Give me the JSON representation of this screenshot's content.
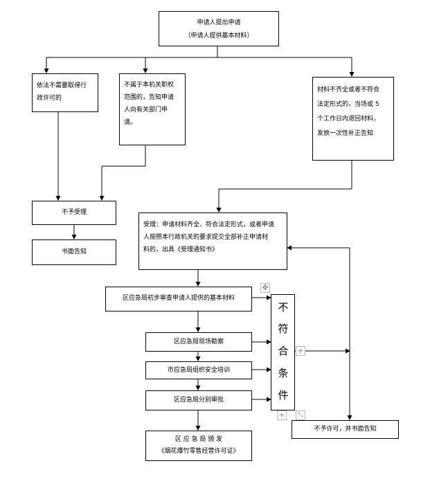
{
  "start": {
    "line1": "申请人提出申请",
    "line2": "（申请人提供基本材料）"
  },
  "branch_no_license": {
    "line1": "依法不需要取得行",
    "line2": "政许可的"
  },
  "branch_not_jurisdiction": {
    "line1": "不属于本机关职权",
    "line2": "范围的，告知申请",
    "line3": "人向有关部门申",
    "line4": "请。"
  },
  "branch_incomplete": {
    "line1": "材料不齐全或者不符合",
    "line2": "法定形式的，当场或 5",
    "line3": "个工作日内退回材料，",
    "line4": "发放一次性补正告知"
  },
  "reject": "不予受理",
  "written_notice": "书面告知",
  "accept": {
    "line1": "受理：申请材料齐全、符合法定形式，或者申请",
    "line2": "人按照本行政机关的要求提交全部补正申请材",
    "line3": "料的，出具《受理通知书》"
  },
  "step_review": "区应急局初步审查申请人提供的基本材料",
  "step_survey": "区应急局现场勘察",
  "step_training": "市应急局组织安全培训",
  "step_approve": "区应急局分别审批",
  "final": {
    "line1": "区    应    急    局    颁    发",
    "line2": "《烟花爆竹零售经营许可证》"
  },
  "not_qualified": [
    "不",
    "符",
    "合",
    "条",
    "件"
  ],
  "deny": "不予许可，并书面告知",
  "icons": {
    "move": "move-handle-icon",
    "plus": "plus-icon",
    "resize": "resize-icon"
  }
}
